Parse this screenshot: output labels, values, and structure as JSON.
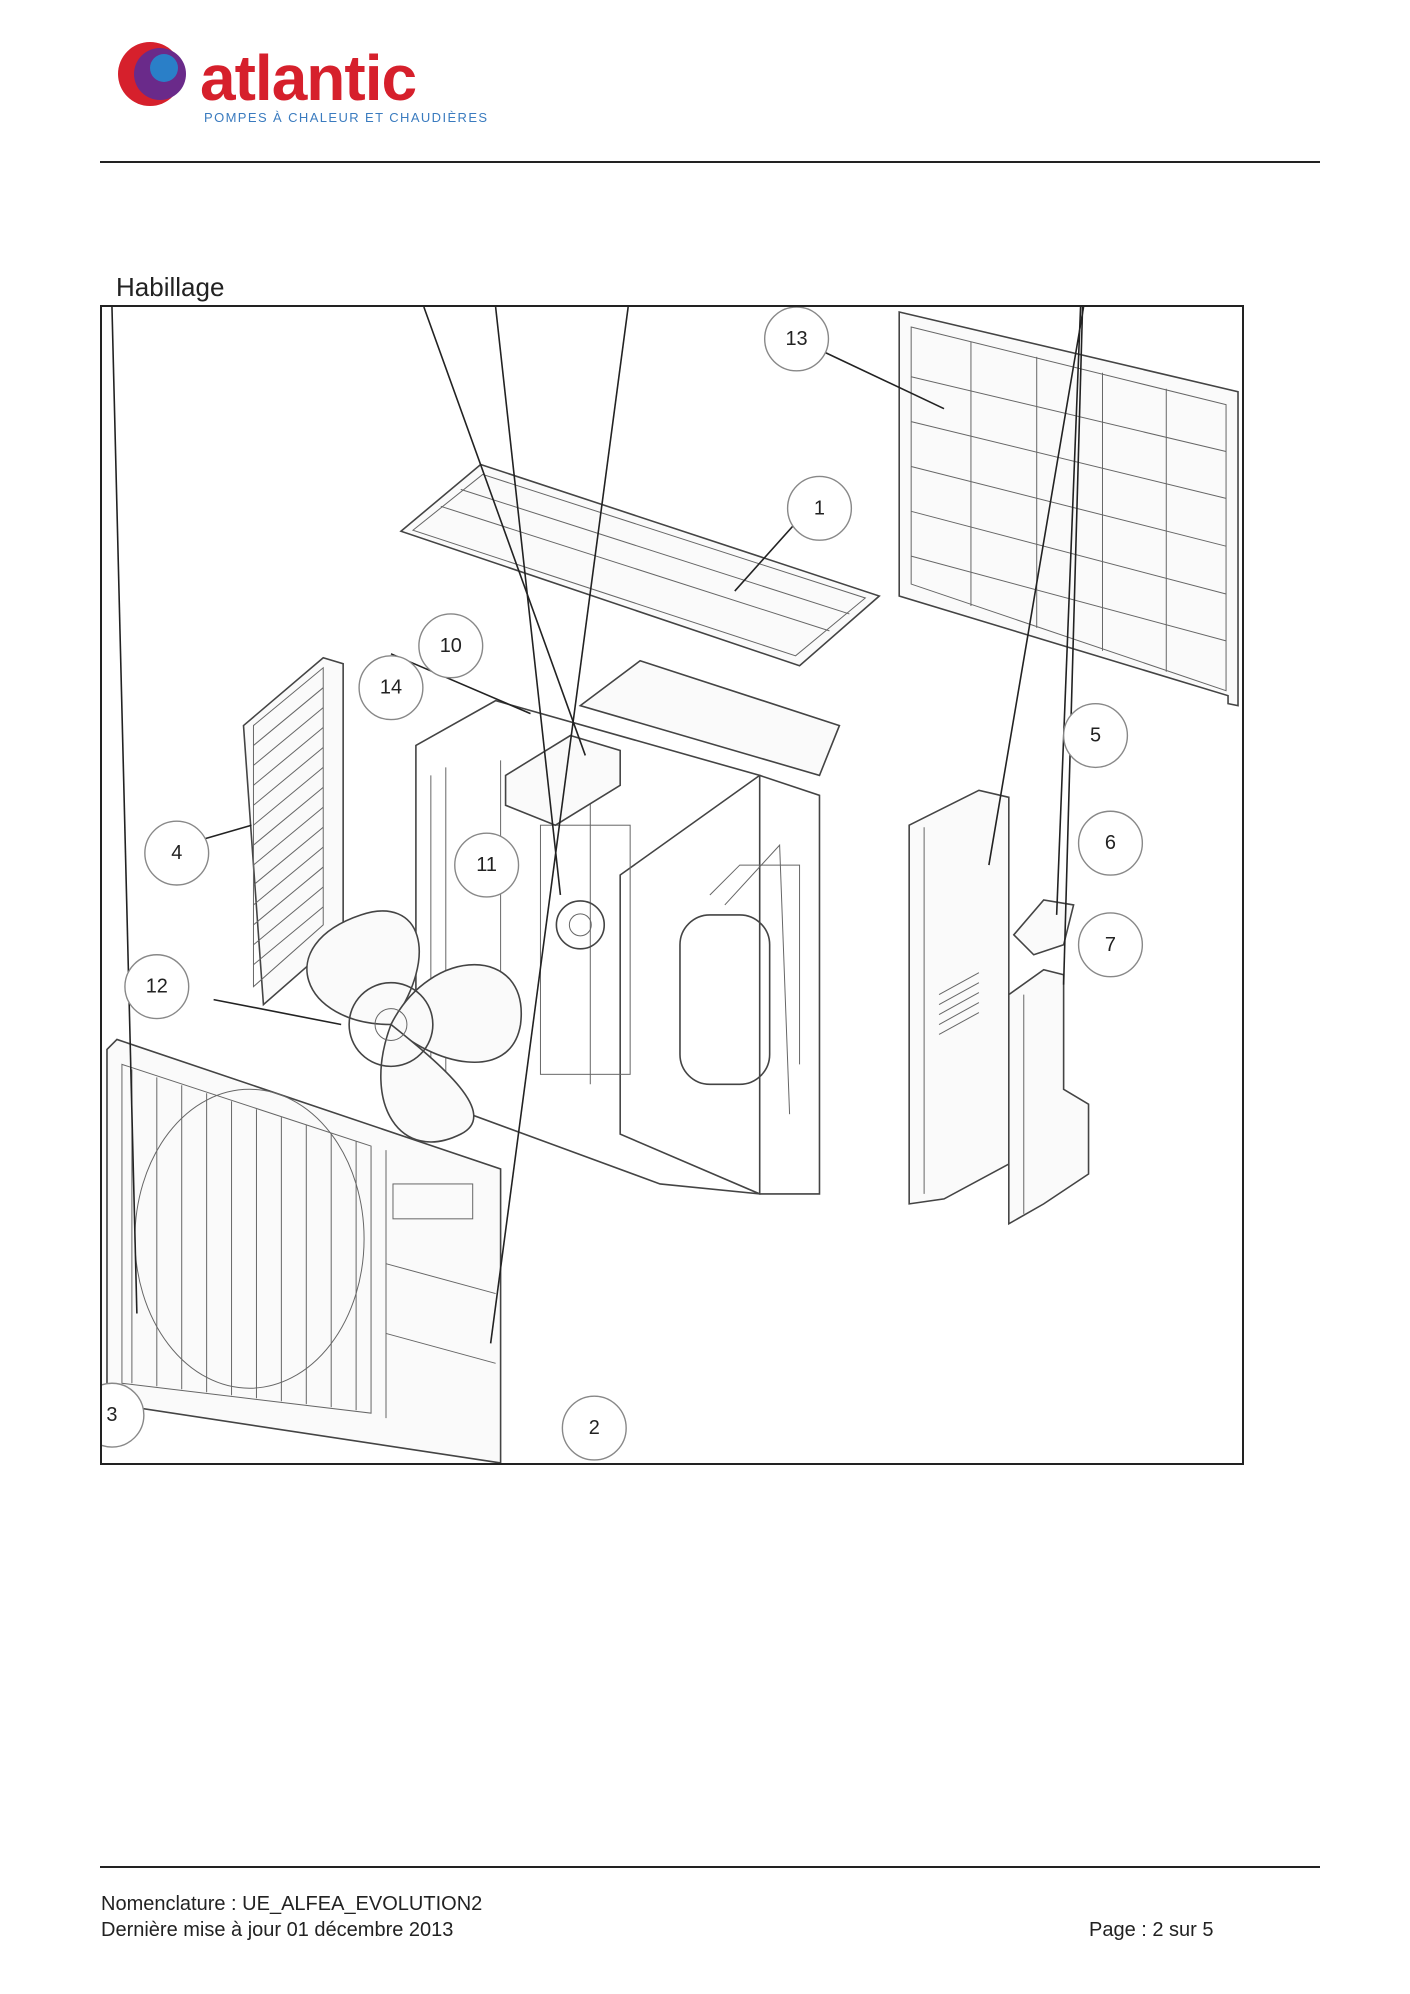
{
  "brand": {
    "name": "atlantic",
    "tagline": "POMPES À CHALEUR ET CHAUDIÈRES",
    "colors": {
      "red": "#d6202c",
      "purple": "#6a2a8a",
      "blue": "#2a7fc8",
      "tagline": "#3a7bbf"
    }
  },
  "section": {
    "title": "Habillage"
  },
  "diagram": {
    "callouts": [
      "1",
      "2",
      "3",
      "4",
      "5",
      "6",
      "7",
      "10",
      "11",
      "12",
      "13",
      "14"
    ]
  },
  "footer": {
    "nomenclature": "Nomenclature : UE_ALFEA_EVOLUTION2",
    "updated": "Dernière mise à jour 01 décembre 2013",
    "page": "Page : 2 sur 5"
  }
}
